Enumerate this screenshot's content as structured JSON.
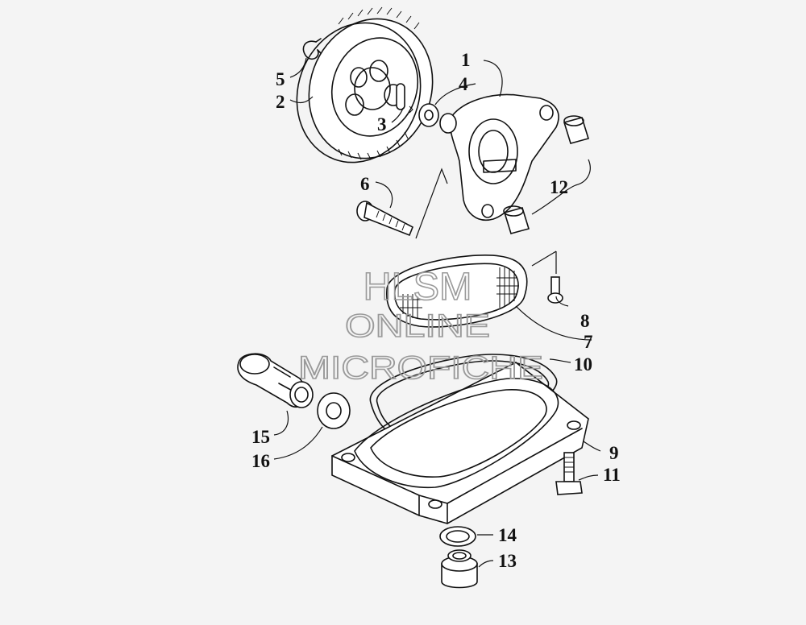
{
  "watermark": [
    "HLSM",
    "ONLINE",
    "MICROFICHE"
  ],
  "callouts": [
    "1",
    "2",
    "3",
    "4",
    "5",
    "6",
    "7",
    "8",
    "9",
    "10",
    "11",
    "12",
    "13",
    "14",
    "15",
    "16"
  ]
}
